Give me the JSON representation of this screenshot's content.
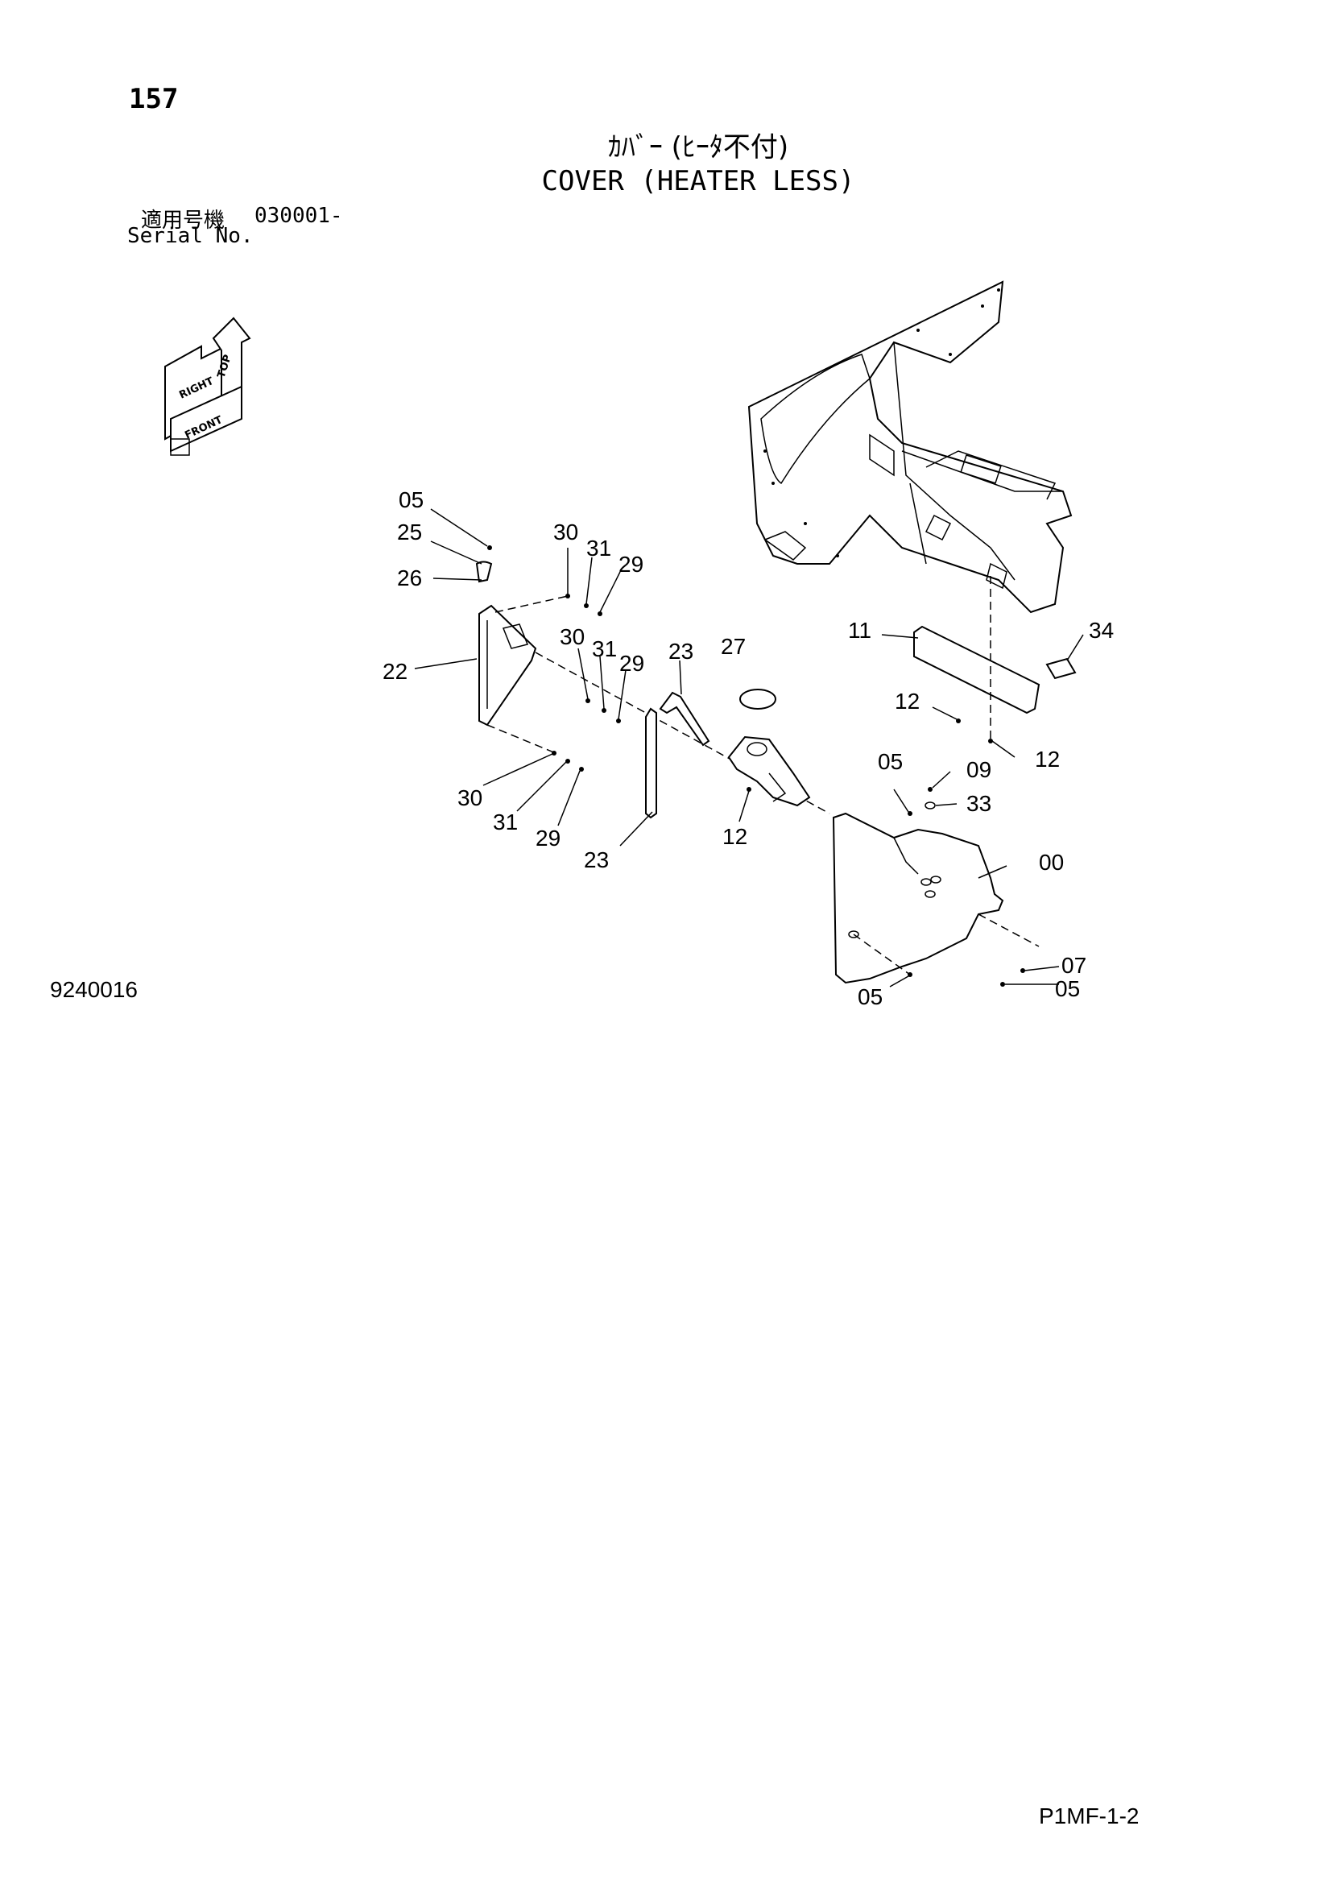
{
  "page_number": "157",
  "title_jp": "ｶﾊﾞｰ (ﾋｰﾀ不付)",
  "title_en": "COVER (HEATER LESS)",
  "serial": {
    "label_jp": "適用号機",
    "value": "030001-",
    "label_en": "Serial No."
  },
  "orientation": {
    "top": "TOP",
    "right": "RIGHT",
    "front": "FRONT"
  },
  "figure_code": "9240016",
  "page_code": "P1MF-1-2",
  "callouts": {
    "c05a": "05",
    "c25": "25",
    "c26": "26",
    "c30a": "30",
    "c31a": "31",
    "c29a": "29",
    "c22": "22",
    "c30b": "30",
    "c31b": "31",
    "c29b": "29",
    "c23a": "23",
    "c27": "27",
    "c11": "11",
    "c34": "34",
    "c12a": "12",
    "c12b": "12",
    "c30c": "30",
    "c31c": "31",
    "c29c": "29",
    "c23b": "23",
    "c12c": "12",
    "c05b": "05",
    "c09": "09",
    "c33": "33",
    "c00": "00",
    "c07": "07",
    "c05c": "05",
    "c05d": "05"
  }
}
